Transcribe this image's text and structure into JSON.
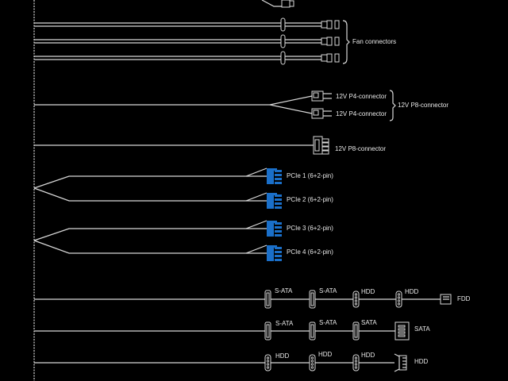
{
  "colors": {
    "background": "#000000",
    "line": "#d8d8d8",
    "pcie": "#1a6fc9"
  },
  "fan": {
    "label": "Fan connectors"
  },
  "p4": {
    "labels": [
      "12V P4-connector",
      "12V P4-connector"
    ],
    "group_label": "12V P8-connector"
  },
  "p8": {
    "label": "12V P8-connector"
  },
  "pcie": {
    "labels": [
      "PCIe 1 (6+2-pin)",
      "PCIe 2 (6+2-pin)",
      "PCIe 3 (6+2-pin)",
      "PCIe 4 (6+2-pin)"
    ]
  },
  "rows": [
    {
      "taps": [
        {
          "type": "sata",
          "label": "S-ATA"
        },
        {
          "type": "sata",
          "label": "S-ATA"
        },
        {
          "type": "hdd",
          "label": "HDD"
        },
        {
          "type": "hdd",
          "label": "HDD"
        }
      ],
      "end": {
        "type": "fdd",
        "label": "FDD"
      }
    },
    {
      "taps": [
        {
          "type": "sata",
          "label": "S-ATA"
        },
        {
          "type": "sata",
          "label": "S-ATA"
        },
        {
          "type": "sata",
          "label": "SATA"
        }
      ],
      "end": {
        "type": "sata-end",
        "label": "SATA"
      }
    },
    {
      "taps": [
        {
          "type": "hdd",
          "label": "HDD"
        },
        {
          "type": "hdd",
          "label": "HDD"
        },
        {
          "type": "hdd",
          "label": "HDD"
        }
      ],
      "end": {
        "type": "hdd-end",
        "label": "HDD"
      }
    }
  ]
}
